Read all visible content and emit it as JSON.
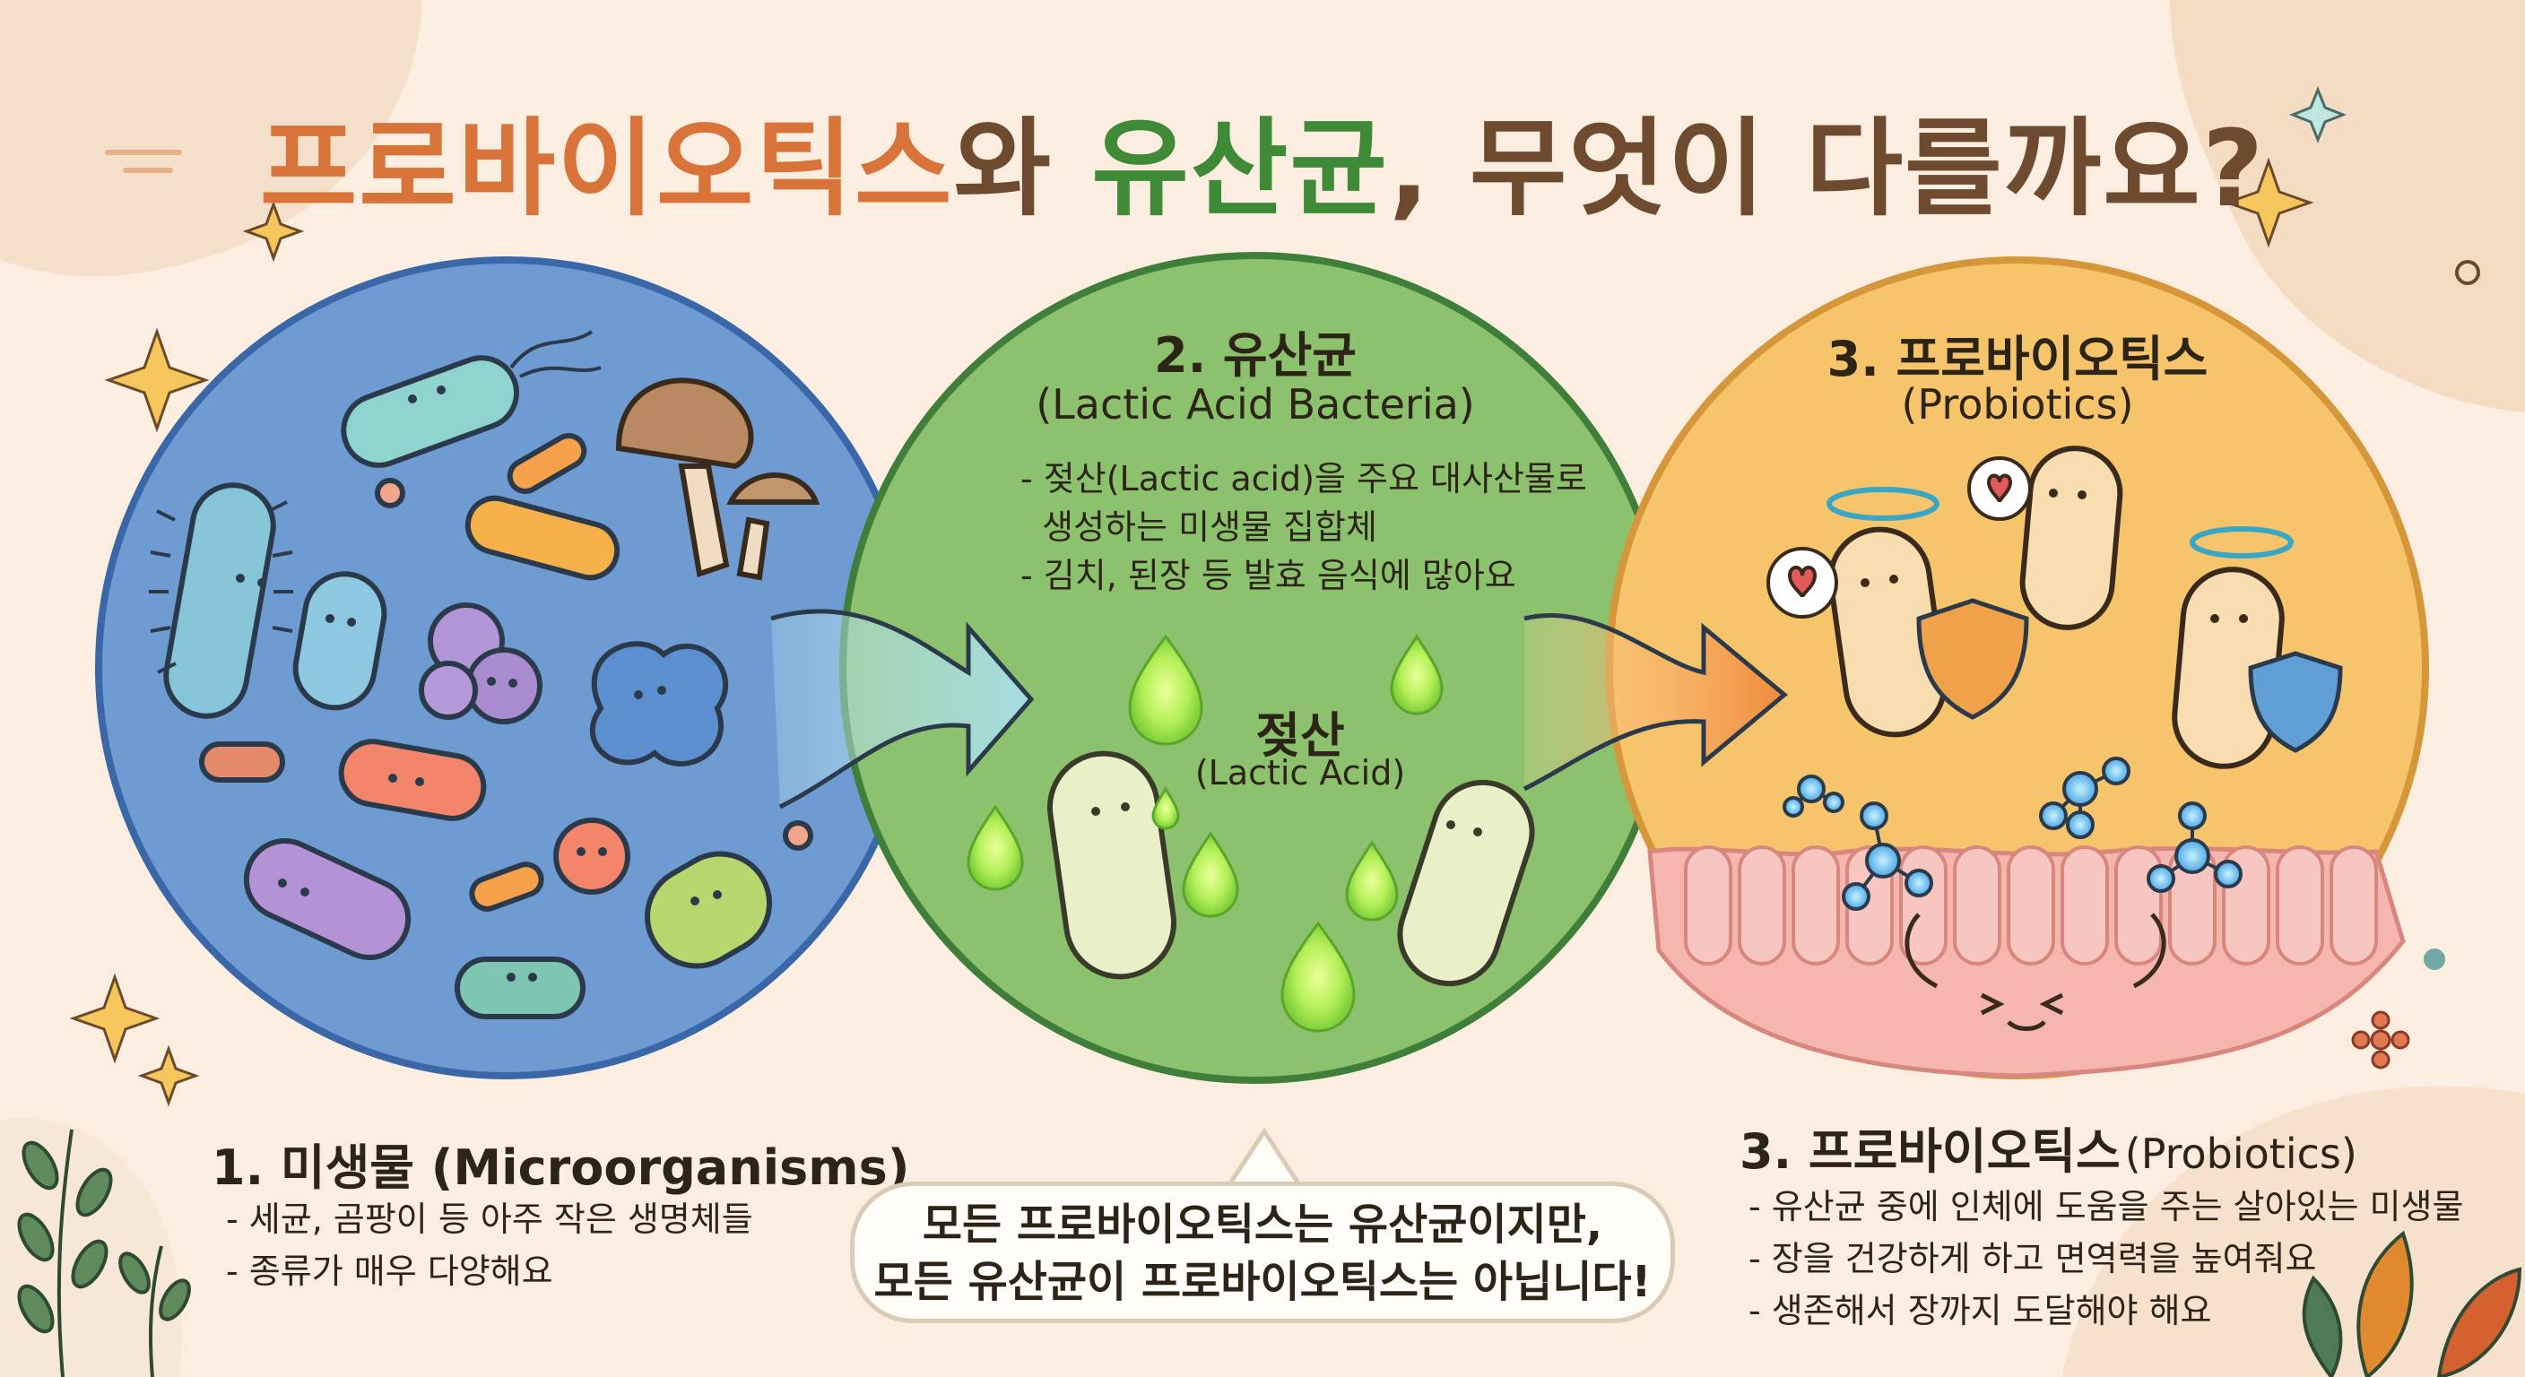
{
  "title": {
    "part1": "프로바이오틱스",
    "part2": "와 ",
    "part3": "유산균",
    "part4": ", 무엇이 다를까요?"
  },
  "panels": {
    "microorganisms": {
      "heading": "1. 미생물 (Microorganisms)",
      "bullets": [
        "- 세균, 곰팡이 등 아주 작은 생명체들",
        "- 종류가 매우 다양해요"
      ]
    },
    "lactic": {
      "heading": "2. 유산균",
      "subheading": "(Lactic Acid Bacteria)",
      "bullets": [
        "- 젖산(Lactic acid)을 주요 대사산물로",
        "  생성하는 미생물 집합체",
        "- 김치, 된장 등 발효 음식에 많아요"
      ],
      "acid_label": "젖산",
      "acid_sub": "(Lactic Acid)"
    },
    "probiotics": {
      "heading_top": "3. 프로바이오틱스",
      "sub_top": "(Probiotics)",
      "heading": "3. 프로바이오틱스",
      "heading_en": "(Probiotics)",
      "bullets": [
        "- 유산균 중에 인체에 도움을 주는 살아있는 미생물",
        "- 장을 건강하게 하고 면역력을 높여줘요",
        "- 생존해서 장까지 도달해야 해요"
      ]
    }
  },
  "callout": {
    "line1": "모든 프로바이오틱스는 유산균이지만,",
    "line2": "모든 유산균이 프로바이오틱스는 아닙니다!"
  },
  "colors": {
    "micro_circle": "#6d9bd2",
    "lactic_circle": "#8cc26e",
    "probiotic_circle": "#f6c46a",
    "title_orange": "#d8743a",
    "title_green": "#3f8a36",
    "title_brown": "#6e4a2e"
  },
  "icons": [
    "bacteria-icon",
    "mushroom-icon",
    "droplet-icon",
    "halo-icon",
    "shield-icon",
    "heart-icon",
    "molecule-icon",
    "sparkle-icon",
    "leaf-icon",
    "arrow-icon"
  ]
}
